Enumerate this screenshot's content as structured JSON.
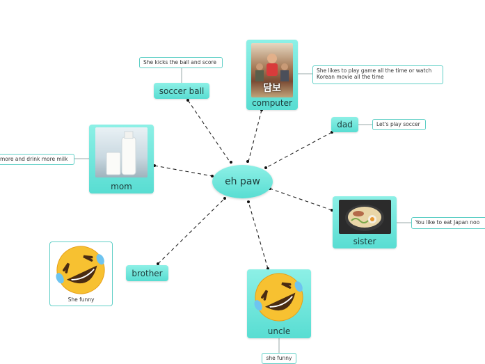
{
  "central": {
    "label": "eh paw"
  },
  "topics": {
    "soccer_ball": {
      "label": "soccer ball",
      "note": "She kicks the ball and score"
    },
    "computer": {
      "label": "computer",
      "note": "She likes to play game all the time or watch Korean movie all the time",
      "image_caption": "담보"
    },
    "dad": {
      "label": "dad",
      "note": "Let's play soccer"
    },
    "mom": {
      "label": "mom",
      "note": "more and drink more milk"
    },
    "sister": {
      "label": "sister",
      "note": "You like to eat Japan noo"
    },
    "brother": {
      "label": "brother",
      "note": "She funny"
    },
    "uncle": {
      "label": "uncle",
      "note": "she funny"
    }
  },
  "colors": {
    "node": "#6ee6dc",
    "edge": "#222222",
    "note_border": "#5fcfc6"
  }
}
